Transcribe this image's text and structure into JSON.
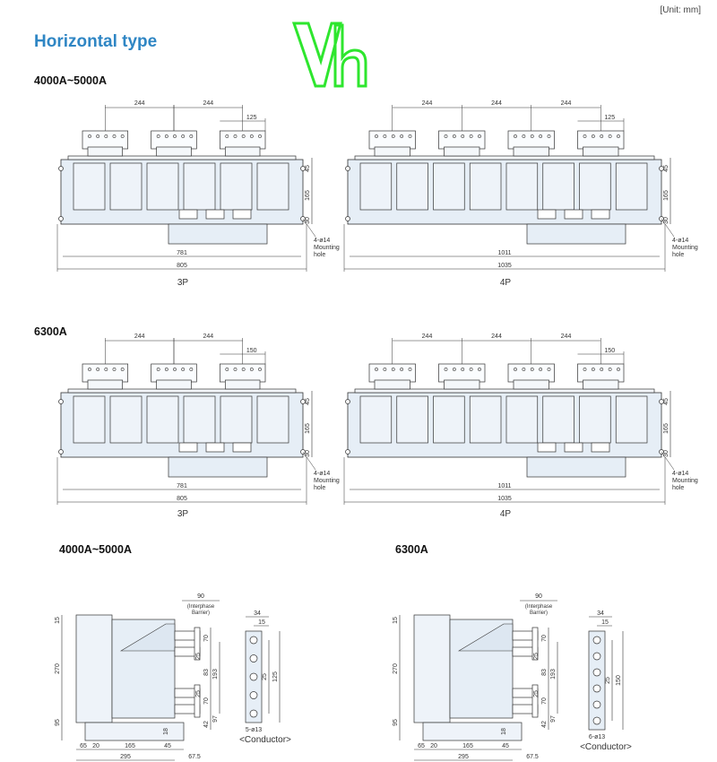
{
  "header": {
    "unit": "[Unit: mm]",
    "title": "Horizontal type"
  },
  "sections": {
    "s1": "4000A~5000A",
    "s2": "6300A",
    "side1": "4000A~5000A",
    "side2": "6300A"
  },
  "dims": {
    "pitch": "244",
    "term125": "125",
    "term150": "150",
    "d45": "45",
    "d165": "165",
    "d30": "30",
    "w3p_inner": "781",
    "w3p_outer": "805",
    "w4p_inner": "1011",
    "w4p_outer": "1035",
    "mount1": "4-ø14",
    "mount2": "Mounting",
    "mount3": "hole",
    "side_90": "90",
    "barrier1": "(Interphase",
    "barrier2": "Barrier)",
    "side_15": "15",
    "side_270": "270",
    "side_95": "95",
    "side_65": "65",
    "side_20": "20",
    "side_165": "165",
    "side_45": "45",
    "side_295": "295",
    "side_67": "67.5",
    "side_70": "70",
    "side_83": "83",
    "side_193": "193",
    "side_97": "97",
    "side_25": "25",
    "side_42": "42",
    "side_18": "18",
    "cond_34": "34",
    "cond_15": "15",
    "cond_125": "125",
    "cond_150": "150",
    "cond_holes1": "5-ø13",
    "cond_holes2": "6-ø13"
  },
  "captions": {
    "p3": "3P",
    "p4": "4P",
    "conductor": "<Conductor>"
  },
  "colors": {
    "title": "#2f86c4",
    "body": "#e6eef6",
    "line": "#333333",
    "logo_green": "#2ee62e"
  }
}
